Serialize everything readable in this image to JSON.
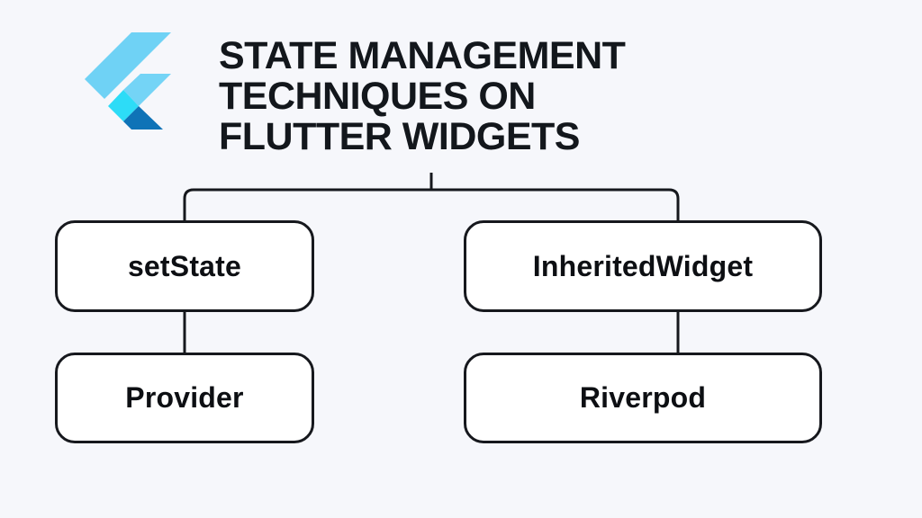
{
  "background_color": "#f6f7fb",
  "logo": {
    "name": "flutter-logo",
    "colors": {
      "light_blue": "#6fd2f5",
      "mid_blue": "#74d4f6",
      "cyan": "#2ddcf7",
      "dark_blue": "#0f73b7"
    }
  },
  "header": {
    "title_lines": [
      "STATE MANAGEMENT",
      "TECHNIQUES ON",
      "FLUTTER WIDGETS"
    ],
    "title_full": "STATE MANAGEMENT TECHNIQUES ON FLUTTER WIDGETS",
    "text_color": "#13171c"
  },
  "diagram": {
    "line_color": "#16181d",
    "node_fill": "#ffffff",
    "node_border": "#16181d",
    "nodes": [
      {
        "id": "setstate",
        "label": "setState"
      },
      {
        "id": "inheritedwidget",
        "label": "InheritedWidget"
      },
      {
        "id": "provider",
        "label": "Provider"
      },
      {
        "id": "riverpod",
        "label": "Riverpod"
      }
    ],
    "branches": [
      {
        "from": "title",
        "to": "setstate"
      },
      {
        "from": "title",
        "to": "inheritedwidget"
      },
      {
        "from": "setstate",
        "to": "provider"
      },
      {
        "from": "inheritedwidget",
        "to": "riverpod"
      }
    ]
  }
}
